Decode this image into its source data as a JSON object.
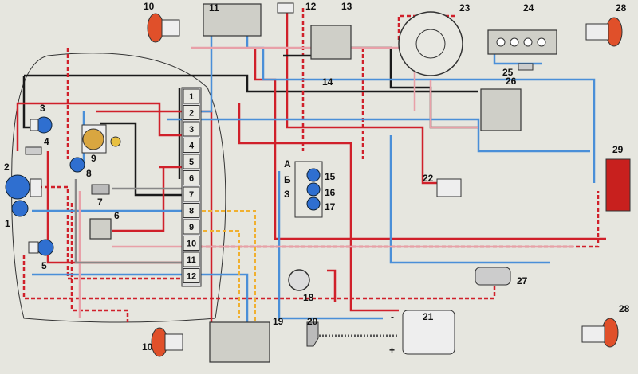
{
  "diagram": {
    "title": "Wiring diagram",
    "components": [
      {
        "id": "10a",
        "label": "10"
      },
      {
        "id": "11",
        "label": "11"
      },
      {
        "id": "12",
        "label": "12"
      },
      {
        "id": "13",
        "label": "13"
      },
      {
        "id": "23",
        "label": "23"
      },
      {
        "id": "24",
        "label": "24"
      },
      {
        "id": "28a",
        "label": "28"
      },
      {
        "id": "3",
        "label": "3"
      },
      {
        "id": "4",
        "label": "4"
      },
      {
        "id": "2",
        "label": "2"
      },
      {
        "id": "1",
        "label": "1"
      },
      {
        "id": "5",
        "label": "5"
      },
      {
        "id": "8",
        "label": "8"
      },
      {
        "id": "9",
        "label": "9"
      },
      {
        "id": "7",
        "label": "7"
      },
      {
        "id": "6",
        "label": "6"
      },
      {
        "id": "14",
        "label": "14"
      },
      {
        "id": "15",
        "label": "15"
      },
      {
        "id": "16",
        "label": "16"
      },
      {
        "id": "17",
        "label": "17"
      },
      {
        "id": "22",
        "label": "22"
      },
      {
        "id": "25",
        "label": "25"
      },
      {
        "id": "26",
        "label": "26"
      },
      {
        "id": "29",
        "label": "29"
      },
      {
        "id": "18",
        "label": "18"
      },
      {
        "id": "19",
        "label": "19"
      },
      {
        "id": "20",
        "label": "20"
      },
      {
        "id": "21",
        "label": "21"
      },
      {
        "id": "27",
        "label": "27"
      },
      {
        "id": "28b",
        "label": "28"
      },
      {
        "id": "10b",
        "label": "10"
      }
    ],
    "connector_block": [
      "1",
      "2",
      "3",
      "4",
      "5",
      "6",
      "7",
      "8",
      "9",
      "10",
      "11",
      "12"
    ],
    "switch_letters": [
      "A",
      "Б",
      "З"
    ],
    "coil_terminals": {
      "minus": "-",
      "plus": "+"
    },
    "colors": {
      "red": "#d0202a",
      "blue": "#4a8fd8",
      "black": "#1a1a1a",
      "pink": "#e8a0a8",
      "gray": "#888888",
      "orange": "#f0b030",
      "bulb": "#2f6fd0",
      "lamp": "#e0502a"
    }
  }
}
